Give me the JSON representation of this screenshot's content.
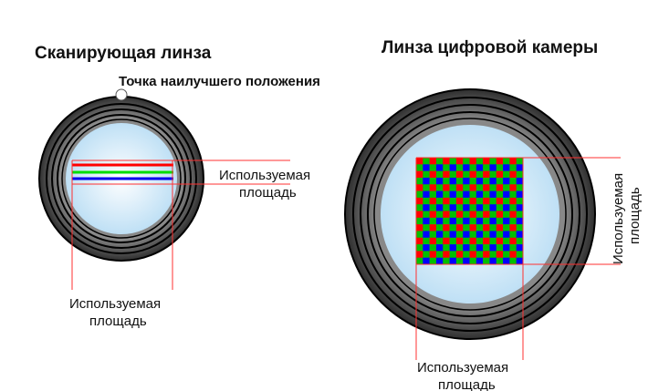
{
  "left_diagram": {
    "title": "Сканирующая линза",
    "sweet_spot_label": "Точка наилучшего положения",
    "area_label_right": [
      "Используемая",
      "площадь"
    ],
    "area_label_bottom": [
      "Используемая",
      "площадь"
    ],
    "scan_lines": [
      "#ff0000",
      "#00dd00",
      "#0000ee"
    ]
  },
  "right_diagram": {
    "title": "Линза цифровой камеры",
    "area_label_side": [
      "Используемая",
      "площадь"
    ],
    "area_label_bottom": [
      "Используемая",
      "площадь"
    ],
    "sensor_pattern": "bayer",
    "sensor_cells": 16,
    "sensor_colors": {
      "red": "#ff0000",
      "green": "#00c000",
      "blue": "#0000ff"
    }
  },
  "colors": {
    "guide_line": "#ff3030",
    "ring_dark": "#3a3a3a",
    "ring_light": "#8a8a8a",
    "lens": "#cfe8f8"
  }
}
